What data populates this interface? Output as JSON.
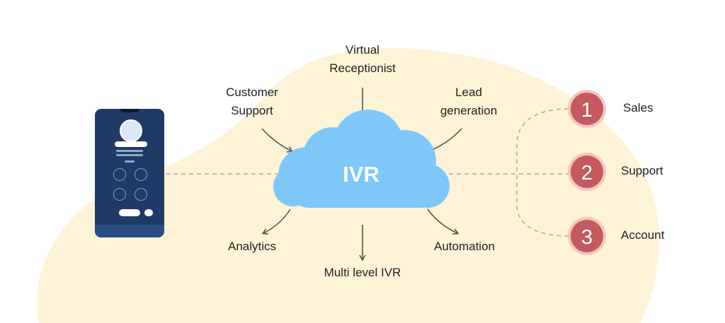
{
  "center": {
    "label": "IVR"
  },
  "features": {
    "virtual_receptionist": [
      "Virtual",
      "Receptionist"
    ],
    "customer_support": [
      "Customer",
      "Support"
    ],
    "lead_generation": [
      "Lead",
      "generation"
    ],
    "analytics": "Analytics",
    "multi_level_ivr": "Multi level IVR",
    "automation": "Automation"
  },
  "menu_options": [
    {
      "number": "1",
      "label": "Sales"
    },
    {
      "number": "2",
      "label": "Support"
    },
    {
      "number": "3",
      "label": "Account"
    }
  ],
  "colors": {
    "background_blob": "#fdf3d6",
    "cloud": "#7dc8f9",
    "option_circle": "#c45a5e",
    "option_ring": "#f3c6c6",
    "phone": "#1f3a66",
    "arrow": "#555555",
    "dashed_line": "#aaaaaa"
  }
}
